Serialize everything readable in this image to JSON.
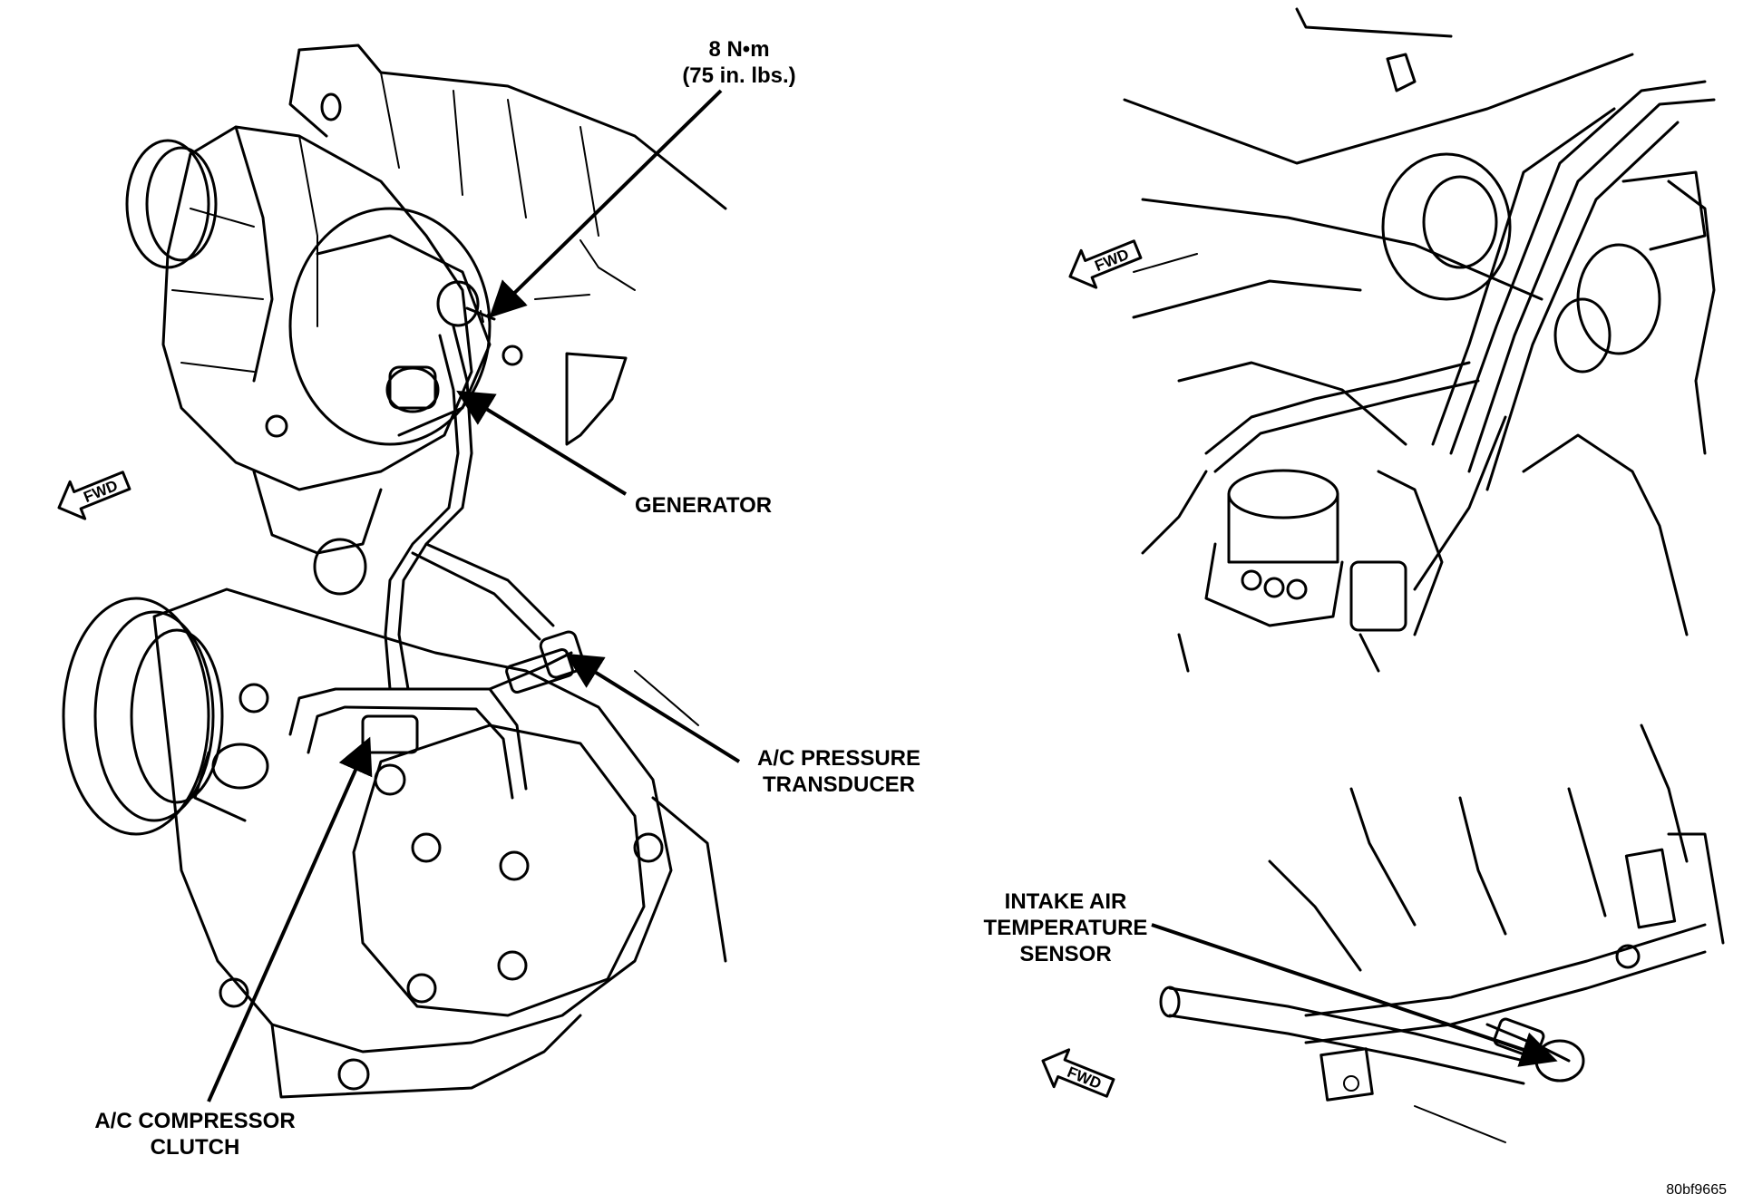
{
  "labels": {
    "torque_line1": "8 N•m",
    "torque_line2": "(75 in. lbs.)",
    "generator": "GENERATOR",
    "pressure_line1": "A/C PRESSURE",
    "pressure_line2": "TRANSDUCER",
    "clutch_line1": "A/C COMPRESSOR",
    "clutch_line2": "CLUTCH",
    "iat_line1": "INTAKE AIR",
    "iat_line2": "TEMPERATURE",
    "iat_line3": "SENSOR",
    "fwd": "FWD",
    "figure_id": "80bf9665"
  },
  "icons": [
    "fwd-arrow-icon",
    "callout-arrow-icon"
  ],
  "colors": {
    "ink": "#000000",
    "paper": "#ffffff"
  }
}
